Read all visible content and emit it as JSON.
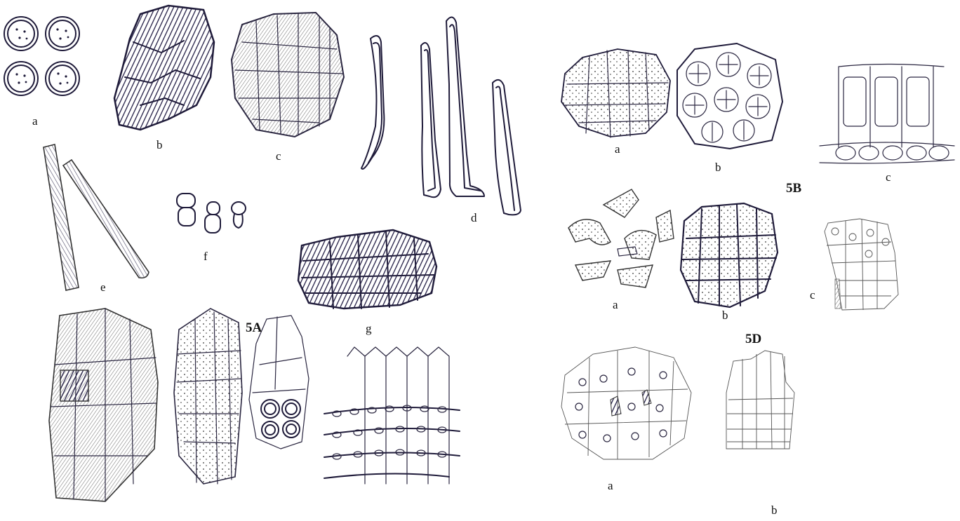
{
  "plate": {
    "panels": {
      "5A": {
        "heading": "5A",
        "labels": [
          "a",
          "b",
          "c",
          "d",
          "e",
          "f",
          "g"
        ]
      },
      "5B": {
        "heading": "5B",
        "labels": [
          "a",
          "b",
          "c"
        ]
      },
      "5D": {
        "heading": "5D",
        "labels": [
          "a",
          "b",
          "c"
        ]
      },
      "bottom_right": {
        "labels": [
          "a",
          "b"
        ]
      }
    }
  }
}
